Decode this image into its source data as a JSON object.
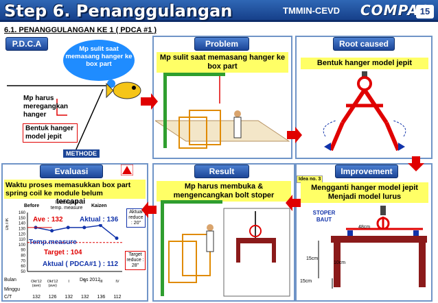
{
  "header": {
    "title": "Step 6. Penanggulangan",
    "org": "TMMIN-CEVD",
    "brand": "COMPAQ",
    "page": "15"
  },
  "subtitle": "6.1. PENANGGULANGAN KE 1 ( PDCA #1 )",
  "pdca": {
    "label": "P.D.C.A",
    "cloud": "Mp sulit saat memasang hanger ke box part",
    "cause1": "Mp harus meregangkan hanger",
    "cause2": "Bentuk hanger model jepit",
    "method": "METHODE"
  },
  "problem": {
    "label": "Problem",
    "text": "Mp sulit saat memasang hanger ke box part"
  },
  "root": {
    "label": "Root caused",
    "text": "Bentuk hanger model jepit"
  },
  "evaluasi": {
    "label": "Evaluasi",
    "text": "Waktu proses memasukkan box part spring coil ke module belum",
    "tercapai": "tercapai",
    "ylabel": "DETIK",
    "before": "Before",
    "kaizen": "Kaizen",
    "invest": "Investigasi temp. measure",
    "ave": "Ave : 132",
    "aktual136": "Aktual : 136",
    "temp": "Temp.measure",
    "target": "Target : 104",
    "aktual112": "Aktual ( PDCA#1 ) : 112",
    "aktual_reduce": "Aktual reduce : 20\"",
    "target_reduce": "Target reduce : 28\"",
    "bulan": "Bulan",
    "minggu": "Minggu",
    "ct": "C/T",
    "des": "Des 2012",
    "cols": [
      "Okt'12 (ave)",
      "Okt'12 (ave)",
      "I",
      "II",
      "III",
      "IV"
    ],
    "ctvals": [
      "132",
      "126",
      "132",
      "132",
      "136",
      "112"
    ]
  },
  "result": {
    "label": "Result",
    "text": "Mp harus membuka & mengencangkan bolt stoper"
  },
  "improvement": {
    "label": "Improvement",
    "idea": "Idea no. 3",
    "text": "Mengganti hanger model jepit Menjadi model lurus",
    "stoper": "STOPER BAUT",
    "d48": "48cm",
    "d15a": "15cm",
    "d10": "10cm",
    "d15b": "15cm"
  },
  "chart_data": {
    "type": "line",
    "yticks": [
      50,
      60,
      70,
      80,
      90,
      100,
      110,
      120,
      130,
      140,
      150,
      160
    ],
    "ylim": [
      50,
      160
    ],
    "ylabel": "DETIK",
    "series": [
      {
        "name": "Temp.measure",
        "values": [
          132,
          126,
          132,
          132,
          136,
          112
        ]
      },
      {
        "name": "Target : 104",
        "values": [
          104
        ]
      }
    ]
  },
  "colors": {
    "header": "#1c4597",
    "accent": "#e00000",
    "cloud": "#1f8cff",
    "note": "#ffff66"
  }
}
